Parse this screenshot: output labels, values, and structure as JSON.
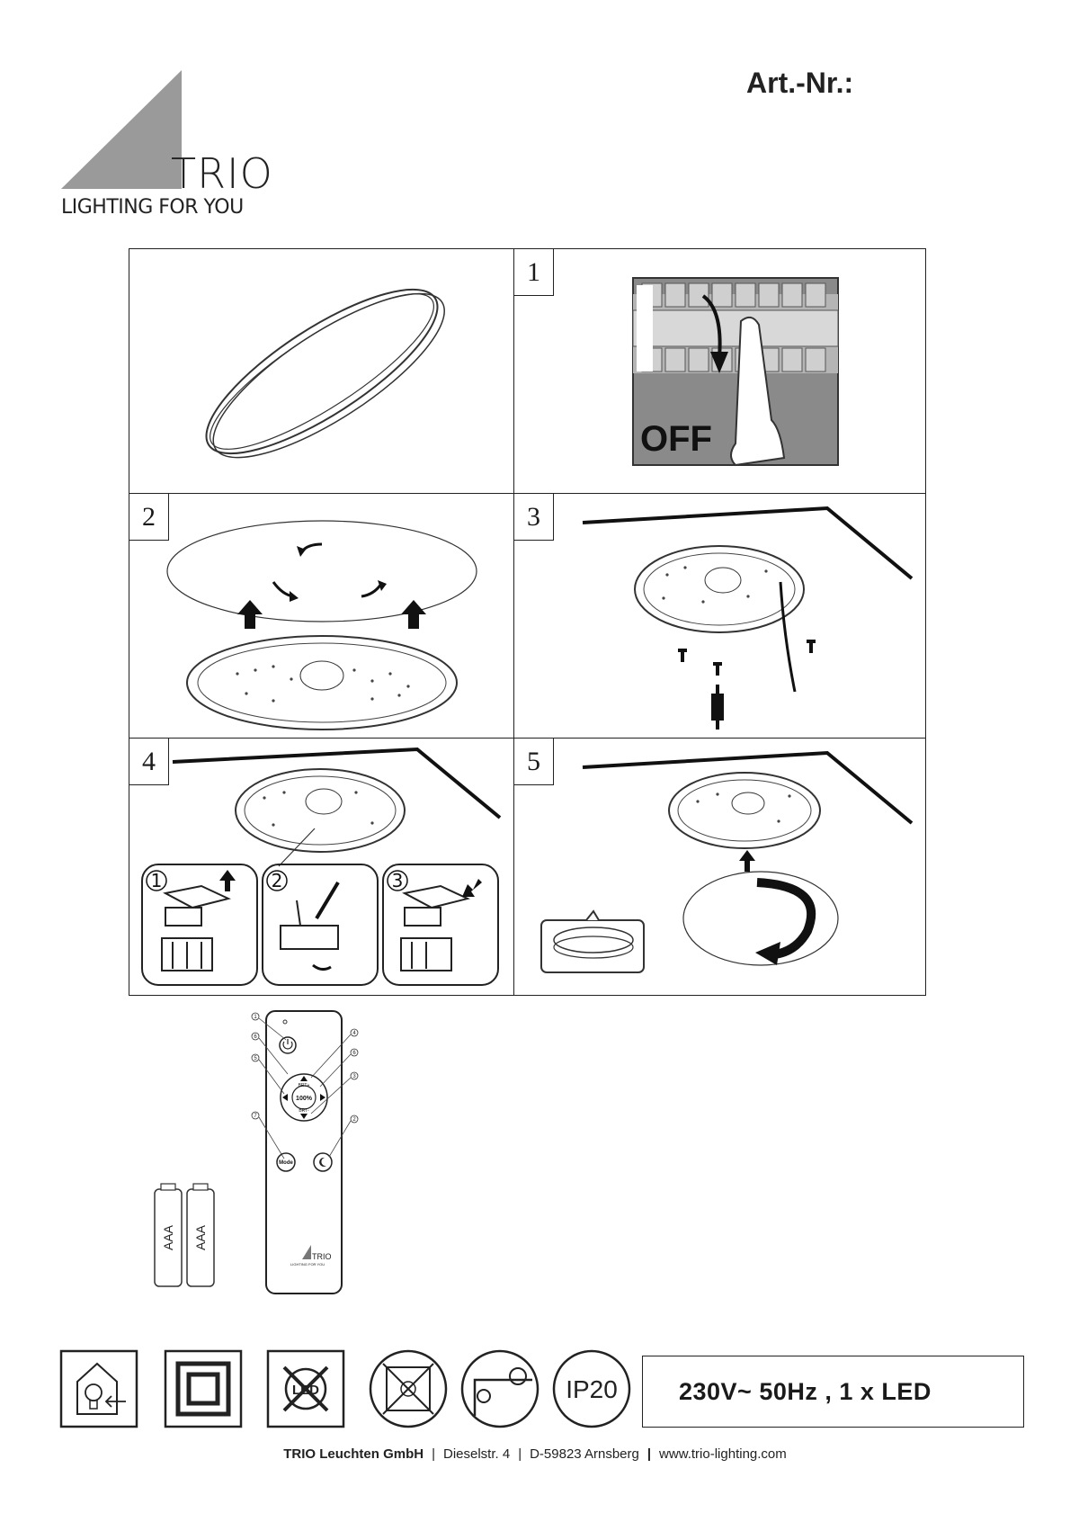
{
  "brand": {
    "name": "TRIO",
    "tagline": "LIGHTING FOR YOU"
  },
  "header": {
    "art_nr_label": "Art.-Nr.:"
  },
  "steps": [
    {
      "number": "1",
      "badge": "OFF"
    },
    {
      "number": "2"
    },
    {
      "number": "3"
    },
    {
      "number": "4",
      "substeps": [
        "1",
        "2",
        "3"
      ]
    },
    {
      "number": "5"
    }
  ],
  "remote": {
    "center_button": "100%",
    "up_label": "BRT+",
    "down_label": "BRT-",
    "mode_button": "Mode",
    "logo_word": "TRIO",
    "logo_tag": "LIGHTING FOR YOU",
    "callouts": [
      "1",
      "6",
      "5",
      "7",
      "4",
      "6",
      "3",
      "2"
    ]
  },
  "batteries": {
    "label": "AAA"
  },
  "symbols": {
    "ip_rating": "IP20",
    "led_label": "LED"
  },
  "spec": {
    "text": "230V~ 50Hz , 1 x LED"
  },
  "footer": {
    "company": "TRIO Leuchten GmbH",
    "street": "Dieselstr. 4",
    "city": "D-59823 Arnsberg",
    "web": "www.trio-lighting.com"
  }
}
